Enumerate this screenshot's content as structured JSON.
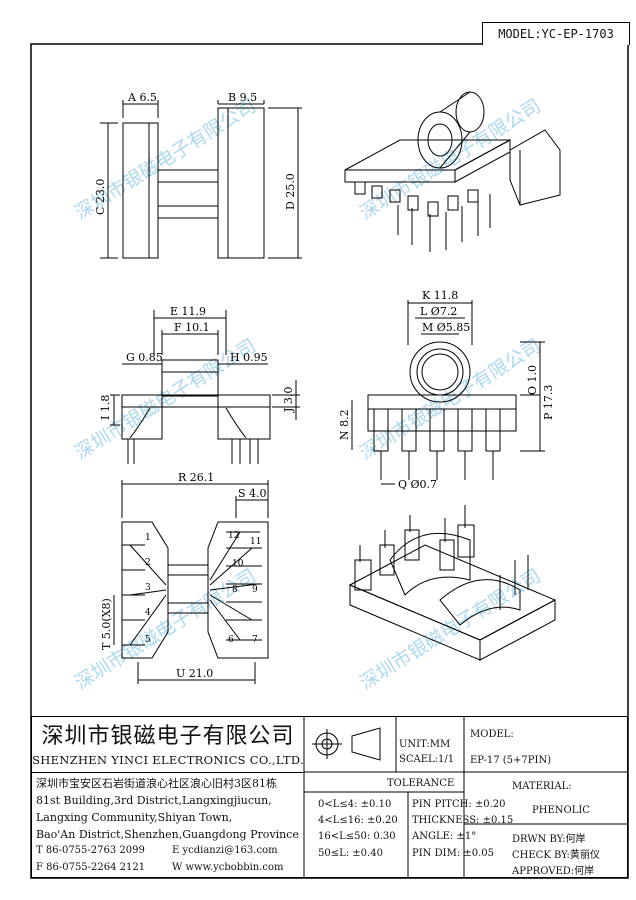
{
  "model_header": "MODEL:YC-EP-1703",
  "watermark": "深圳市银磁电子有限公司",
  "dimensions": {
    "A": "A 6.5",
    "B": "B 9.5",
    "C": "C 23.0",
    "D": "D 25.0",
    "E": "E 11.9",
    "F": "F 10.1",
    "G": "G 0.85",
    "H": "H 0.95",
    "I": "I 1.8",
    "J": "J 3.0",
    "K": "K 11.8",
    "L": "L Ø7.2",
    "M": "M Ø5.85",
    "N": "N 8.2",
    "O": "O 1.0",
    "P": "P 17.3",
    "Q": "Q Ø0.7",
    "R": "R 26.1",
    "S": "S 4.0",
    "T": "T 5.0(X8)",
    "U": "U 21.0"
  },
  "pins": [
    "1",
    "2",
    "3",
    "4",
    "5",
    "6",
    "7",
    "8",
    "9",
    "10",
    "11",
    "12"
  ],
  "title_block": {
    "company_cn": "深圳市银磁电子有限公司",
    "company_en": "SHENZHEN YINCI ELECTRONICS CO.,LTD.",
    "address": [
      "深圳市宝安区石岩街道浪心社区浪心旧村3区81栋",
      "81st Building,3rd District,Langxingjiucun,",
      "Langxing Community,Shiyan Town,",
      "Bao'An District,Shenzhen,Guangdong Province"
    ],
    "tel": "T 86-0755-2763 2099",
    "fax": "F 86-0755-2264 2121",
    "email": "E ycdianzi@163.com",
    "web": "W www.ycbobbin.com",
    "unit": "UNIT:MM",
    "scale": "SCAEL:1/1",
    "model_label": "MODEL:",
    "model_value": "EP-17 (5+7PIN)",
    "tolerance_title": "TOLERANCE",
    "tolerance_left": [
      "0<L≤4: ±0.10",
      "4<L≤16: ±0.20",
      "16<L≤50: 0.30",
      "50≤L: ±0.40"
    ],
    "tolerance_right": [
      "PIN PITCH: ±0.20",
      "THICKNESS: ±0.15",
      "ANGLE: ±1°",
      "PIN DIM: ±0.05"
    ],
    "material_label": "MATERIAL:",
    "material_value": "PHENOLIC",
    "drawn": "DRWN BY:何岸",
    "check": "CHECK BY:黄丽仪",
    "approved": "APPROVED:何岸"
  }
}
